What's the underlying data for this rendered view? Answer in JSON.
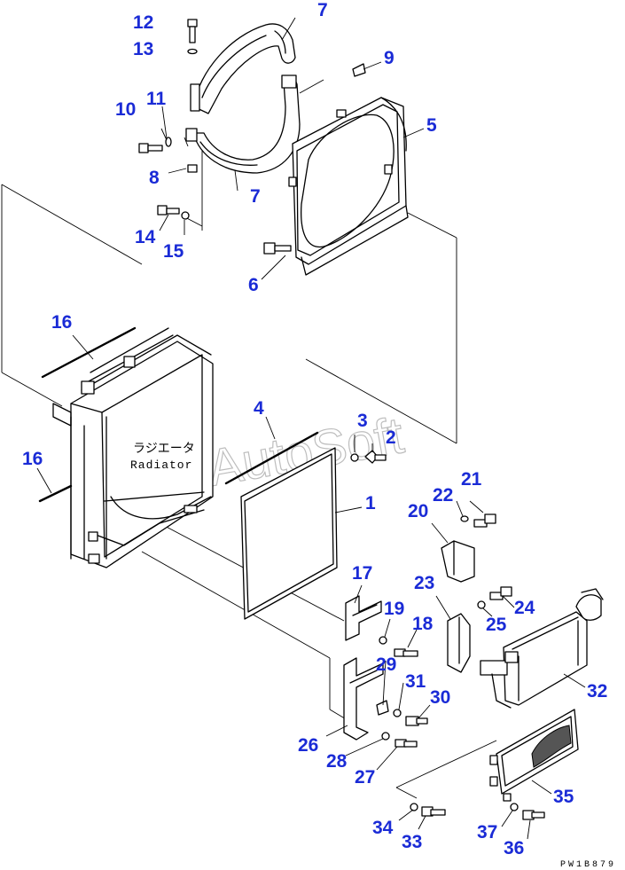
{
  "watermark": "AutoSoft",
  "drawing_code": "PW1B879",
  "radiator_label_jp": "ラジエータ",
  "radiator_label_en": "Radiator",
  "callouts": {
    "c1": "1",
    "c2": "2",
    "c3": "3",
    "c4": "4",
    "c5": "5",
    "c6": "6",
    "c7a": "7",
    "c7b": "7",
    "c8": "8",
    "c9": "9",
    "c10": "10",
    "c11": "11",
    "c12": "12",
    "c13": "13",
    "c14": "14",
    "c15": "15",
    "c16a": "16",
    "c16b": "16",
    "c17": "17",
    "c18": "18",
    "c19": "19",
    "c20": "20",
    "c21": "21",
    "c22": "22",
    "c23": "23",
    "c24": "24",
    "c25": "25",
    "c26": "26",
    "c27": "27",
    "c28": "28",
    "c29": "29",
    "c30": "30",
    "c31": "31",
    "c32": "32",
    "c33": "33",
    "c34": "34",
    "c35": "35",
    "c36": "36",
    "c37": "37"
  }
}
